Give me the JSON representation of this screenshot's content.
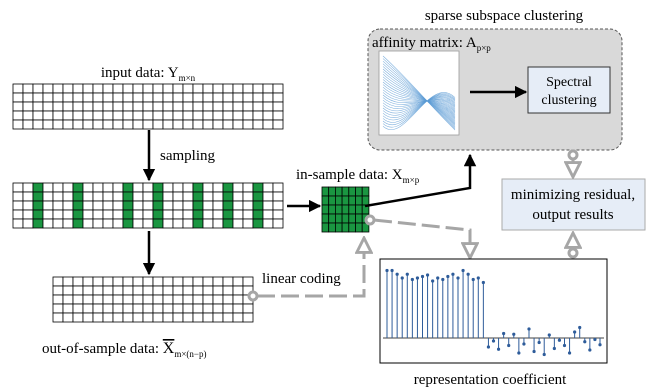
{
  "title": "sparse subspace clustering",
  "affinity": {
    "label": "affinity matrix: A",
    "sub": "p×p"
  },
  "spectral": {
    "line1": "Spectral",
    "line2": "clustering"
  },
  "input": {
    "label": "input data: Y",
    "sub": "m×n"
  },
  "sampling": "sampling",
  "insample": {
    "label": "in-sample data: X",
    "sub": "m×p"
  },
  "residual": {
    "line1": "minimizing residual,",
    "line2": "output results"
  },
  "linear_coding": "linear coding",
  "outsample": {
    "label": "out-of-sample data: ",
    "symbol": "X",
    "sub": "m×(n−p)"
  },
  "coefficient": "representation coefficient",
  "colors": {
    "green": "#1a9641",
    "cluster_bg": "#d9d9d9",
    "blue_box": "#e6edf7",
    "gray_arrow": "#a6a6a6",
    "stem": "#2e5c9a"
  },
  "coef_values": [
    0.9,
    0.9,
    0.85,
    0.8,
    0.85,
    0.78,
    0.8,
    0.82,
    0.84,
    0.76,
    0.8,
    0.78,
    0.82,
    0.85,
    0.8,
    0.9,
    0.85,
    0.78,
    0.8,
    0.74,
    -0.12,
    -0.04,
    -0.15,
    0.06,
    -0.1,
    0.05,
    -0.2,
    -0.08,
    0.12,
    -0.18,
    -0.06,
    -0.22,
    0.04,
    -0.14,
    -0.03,
    -0.1,
    -0.2,
    0.08,
    0.14,
    -0.05,
    -0.16,
    -0.02,
    -0.09
  ]
}
